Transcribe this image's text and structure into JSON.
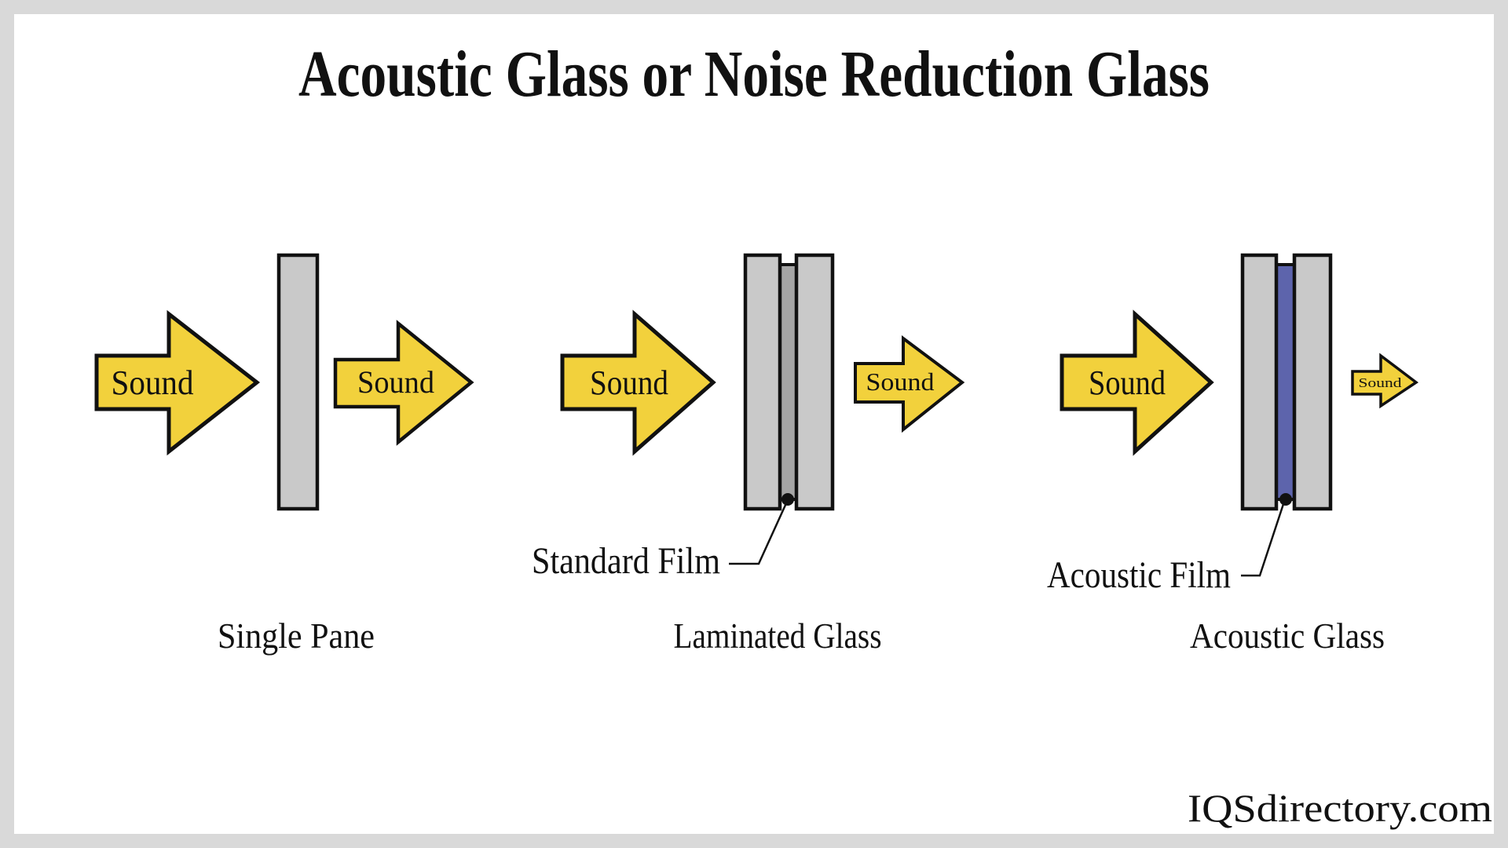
{
  "title": "Acoustic Glass or Noise Reduction Glass",
  "watermark": "IQSdirectory.com",
  "colors": {
    "card_background": "#FFFFFF",
    "page_border": "#D9D9D9",
    "arrow_fill": "#F2D13C",
    "glass_fill": "#C9C9C9",
    "standard_film_fill": "#A5A5A5",
    "acoustic_film_fill": "#5D64AC",
    "outline": "#111111"
  },
  "panels": [
    {
      "caption": "Single Pane",
      "arrow_in_label": "Sound",
      "arrow_out_label": "Sound"
    },
    {
      "caption": "Laminated Glass",
      "arrow_in_label": "Sound",
      "arrow_out_label": "Sound",
      "film_label": "Standard Film"
    },
    {
      "caption": "Acoustic Glass",
      "arrow_in_label": "Sound",
      "arrow_out_label": "Sound",
      "film_label": "Acoustic Film"
    }
  ]
}
